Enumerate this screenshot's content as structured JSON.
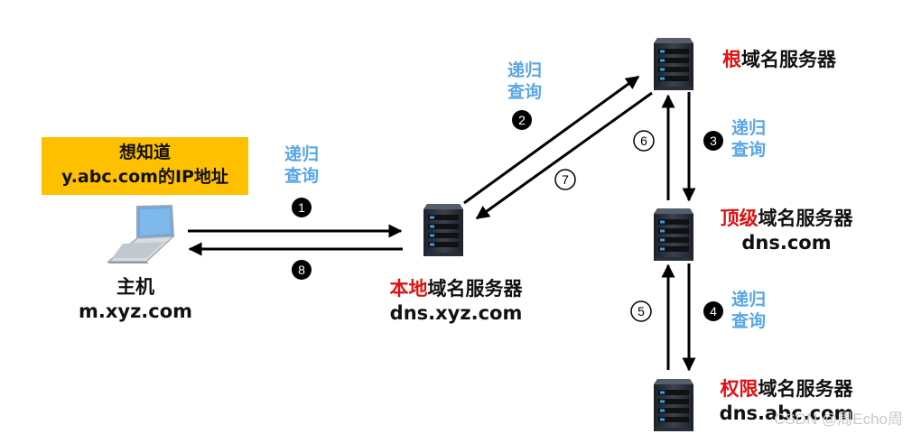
{
  "callout": {
    "line1": "想知道",
    "line2": "y.abc.com的IP地址"
  },
  "host": {
    "name": "主机",
    "domain": "m.xyz.com"
  },
  "local_server": {
    "name_highlight": "本地",
    "name_rest": "域名服务器",
    "domain": "dns.xyz.com"
  },
  "root_server": {
    "name_highlight": "根",
    "name_rest": "域名服务器"
  },
  "tld_server": {
    "name_highlight": "顶级",
    "name_rest": "域名服务器",
    "domain": "dns.com"
  },
  "auth_server": {
    "name_highlight": "权限",
    "name_rest": "域名服务器",
    "domain": "dns.abc.com"
  },
  "query_label": {
    "line1": "递归",
    "line2": "查询"
  },
  "steps": [
    "1",
    "2",
    "3",
    "4",
    "5",
    "6",
    "7",
    "8"
  ],
  "colors": {
    "highlight": "#e01010",
    "query": "#5aa6e6",
    "callout_bg": "#ffc000",
    "server_body": "#2a3038",
    "server_led": "#3b9be0"
  },
  "icons": {
    "host": "laptop-icon",
    "server": "server-icon"
  },
  "watermark": "CSDN @周Echo周"
}
